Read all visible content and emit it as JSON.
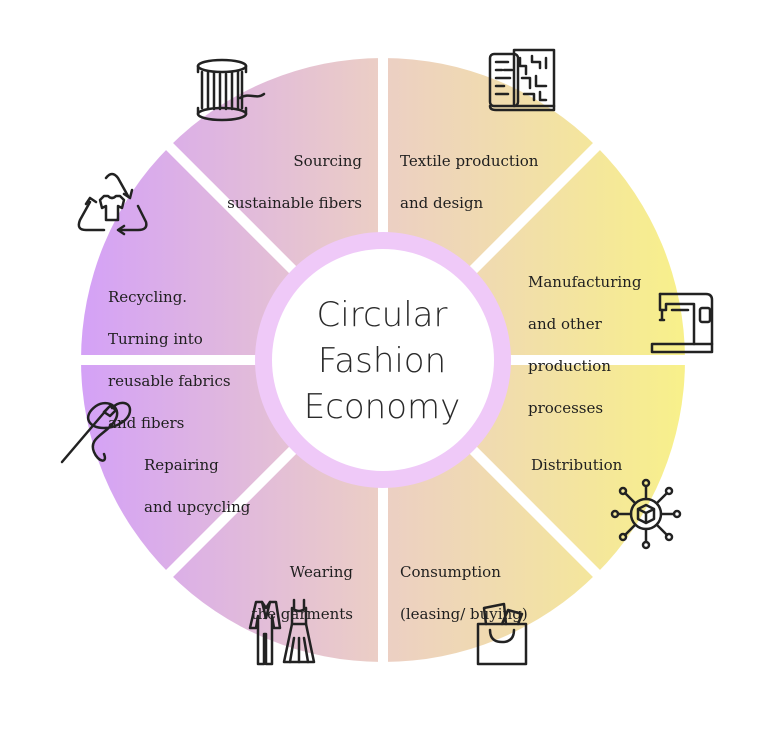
{
  "title_lines": [
    "Circular",
    "Fashion",
    "Economy"
  ],
  "segments": [
    {
      "lines": [
        "Sourcing",
        "sustainable fibers"
      ],
      "icon": "thread-spool-icon"
    },
    {
      "lines": [
        "Textile production",
        "and design"
      ],
      "icon": "fabric-roll-icon"
    },
    {
      "lines": [
        "Manufacturing",
        "and other",
        "production",
        "processes"
      ],
      "icon": "sewing-machine-icon"
    },
    {
      "lines": [
        "Distribution"
      ],
      "icon": "distribution-network-icon"
    },
    {
      "lines": [
        "Consumption",
        "(leasing/ buying)"
      ],
      "icon": "shopping-bag-icon"
    },
    {
      "lines": [
        "Wearing",
        "the garments"
      ],
      "icon": "garments-icon"
    },
    {
      "lines": [
        "Repairing",
        "and upcycling"
      ],
      "icon": "needle-thread-icon"
    },
    {
      "lines": [
        "Recycling.",
        "Turning into",
        "reusable fabrics",
        "and fibers"
      ],
      "icon": "recycle-tshirt-icon"
    }
  ],
  "colors": {
    "purple": "#d4a1f7",
    "pink": "#eccfc4",
    "yellow": "#f8f189",
    "inner_ring": "#efc9f8",
    "text": "#1f1f1f",
    "icon_stroke": "#222222"
  }
}
